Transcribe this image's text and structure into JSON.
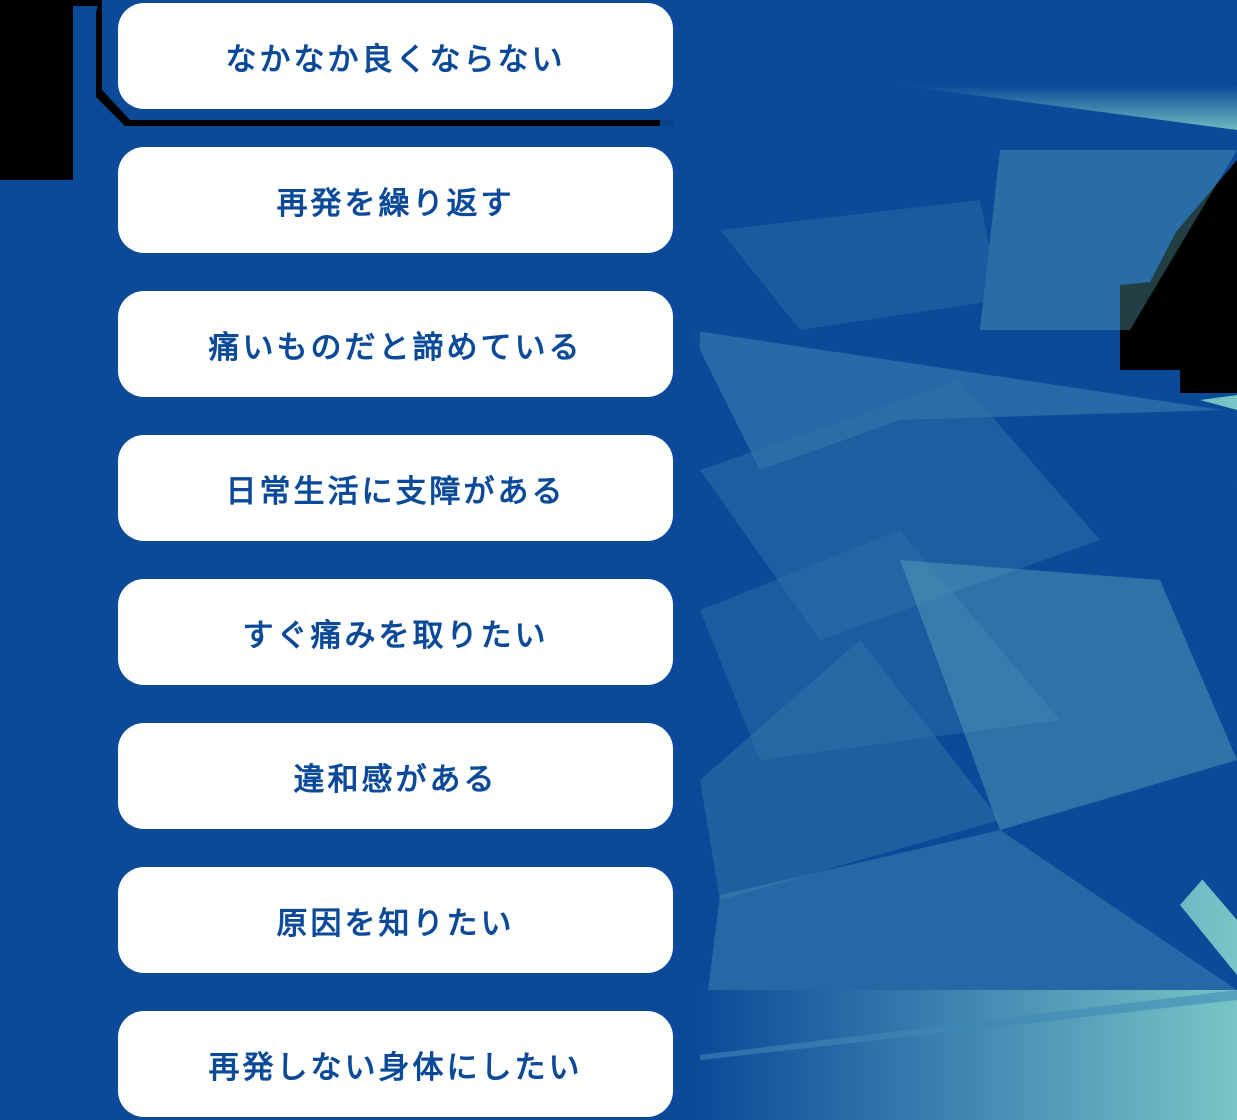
{
  "colors": {
    "primary_blue": "#0b4a98",
    "mid_blue": "#2e72a8",
    "teal": "#72c2c4",
    "pill_bg": "#ffffff",
    "text": "#0b4a98"
  },
  "items": [
    {
      "label": "なかなか良くならない"
    },
    {
      "label": "再発を繰り返す"
    },
    {
      "label": "痛いものだと諦めている"
    },
    {
      "label": "日常生活に支障がある"
    },
    {
      "label": "すぐ痛みを取りたい"
    },
    {
      "label": "違和感がある"
    },
    {
      "label": "原因を知りたい"
    },
    {
      "label": "再発しない身体にしたい"
    }
  ]
}
